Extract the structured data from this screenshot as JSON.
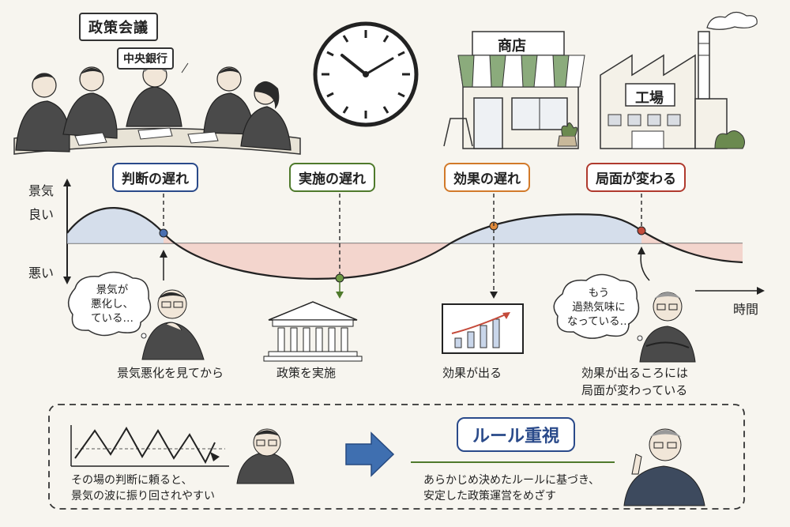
{
  "top": {
    "meeting_label": "政策会議",
    "central_bank_label": "中央銀行",
    "shop_label": "商店",
    "factory_label": "工場"
  },
  "axis": {
    "y_good": "景気",
    "y_good2": "良い",
    "y_bad": "悪い",
    "x_time": "時間"
  },
  "lags": [
    {
      "label": "判断の遅れ",
      "color": "#2a4a8a"
    },
    {
      "label": "実施の遅れ",
      "color": "#4f7a2c"
    },
    {
      "label": "効果の遅れ",
      "color": "#d27a2a"
    },
    {
      "label": "局面が変わる",
      "color": "#b03a2e"
    }
  ],
  "captions": {
    "see_worsen": "景気悪化を見てから",
    "implement": "政策を実施",
    "effect": "効果が出る",
    "phase_line1": "効果が出るころには",
    "phase_line2": "局面が変わっている"
  },
  "bubbles": {
    "left_line1": "景気が",
    "left_line2": "悪化し、",
    "left_line3": "ている…",
    "right_line1": "もう",
    "right_line2": "過熱気味に",
    "right_line3": "なっている…"
  },
  "bottom": {
    "left_line1": "その場の判断に頼ると、",
    "left_line2": "景気の波に振り回されやすい",
    "rule_label": "ルール重視",
    "right_line1": "あらかじめ決めたルールに基づき、",
    "right_line2": "安定した政策運営をめざす"
  },
  "colors": {
    "good_fill": "#c9d6ea",
    "bad_fill": "#f2c9c2",
    "arrow_blue": "#3f6fb0"
  }
}
